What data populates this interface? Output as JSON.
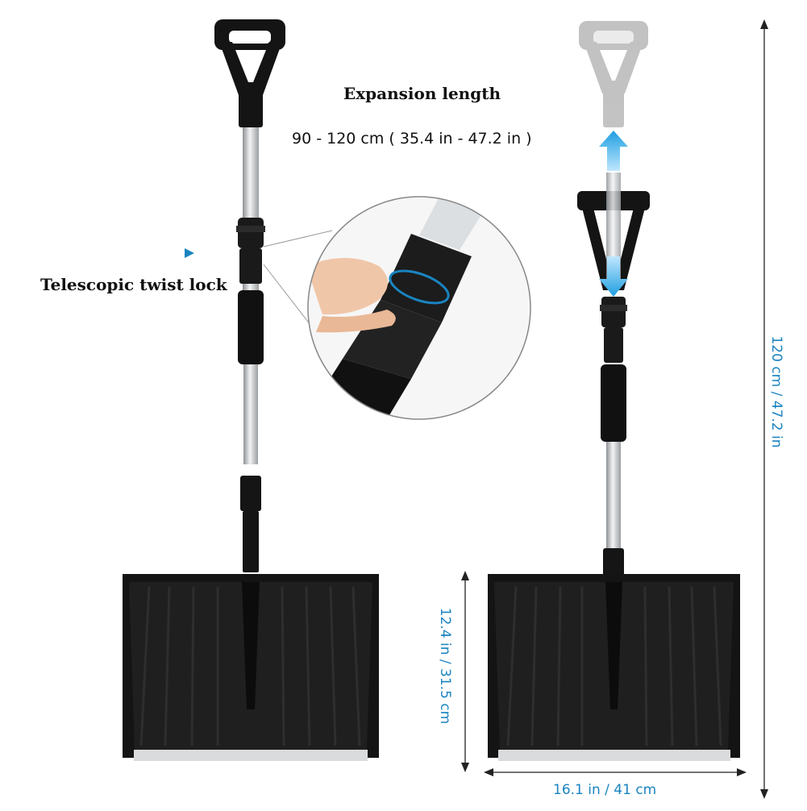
{
  "labels": {
    "expansion_title": "Expansion length",
    "expansion_range": "90 - 120 cm  ( 35.4 in - 47.2 in )",
    "twist_lock": "Telescopic twist lock",
    "height_dim": "120 cm / 47.2 in",
    "blade_height_dim": "12.4 in / 31.5 cm",
    "blade_width_dim": "16.1 in / 41 cm"
  },
  "colors": {
    "accent": "#1a84c0",
    "shovel": "#141414",
    "shaft": "#c9ccd0",
    "ghost": "#b8b8b8"
  },
  "icons": {
    "pointer": "triangle-pointer-icon",
    "arrows": "double-arrow-icon"
  }
}
